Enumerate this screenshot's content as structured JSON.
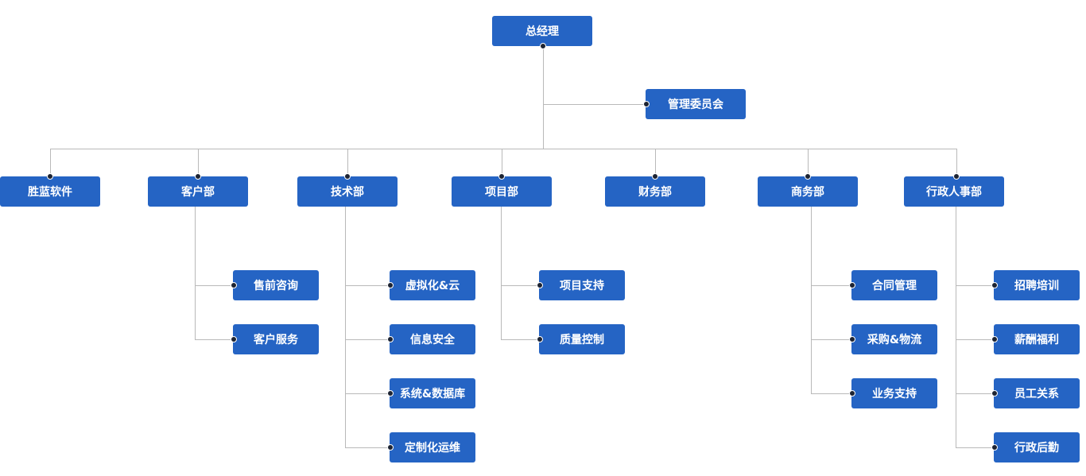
{
  "org_chart": {
    "root": {
      "label": "总经理"
    },
    "committee": {
      "label": "管理委员会"
    },
    "departments": [
      {
        "key": "shenglan",
        "label": "胜蓝软件",
        "children": []
      },
      {
        "key": "customer",
        "label": "客户部",
        "children": [
          "售前咨询",
          "客户服务"
        ]
      },
      {
        "key": "tech",
        "label": "技术部",
        "children": [
          "虚拟化&云",
          "信息安全",
          "系统&数据库",
          "定制化运维"
        ]
      },
      {
        "key": "project",
        "label": "项目部",
        "children": [
          "项目支持",
          "质量控制"
        ]
      },
      {
        "key": "finance",
        "label": "财务部",
        "children": []
      },
      {
        "key": "business",
        "label": "商务部",
        "children": [
          "合同管理",
          "采购&物流",
          "业务支持"
        ]
      },
      {
        "key": "admin",
        "label": "行政人事部",
        "children": [
          "招聘培训",
          "薪酬福利",
          "员工关系",
          "行政后勤"
        ]
      }
    ]
  },
  "colors": {
    "box": "#2564c4",
    "text": "#ffffff",
    "line": "#b9b9b9",
    "dot": "#1d2433"
  }
}
